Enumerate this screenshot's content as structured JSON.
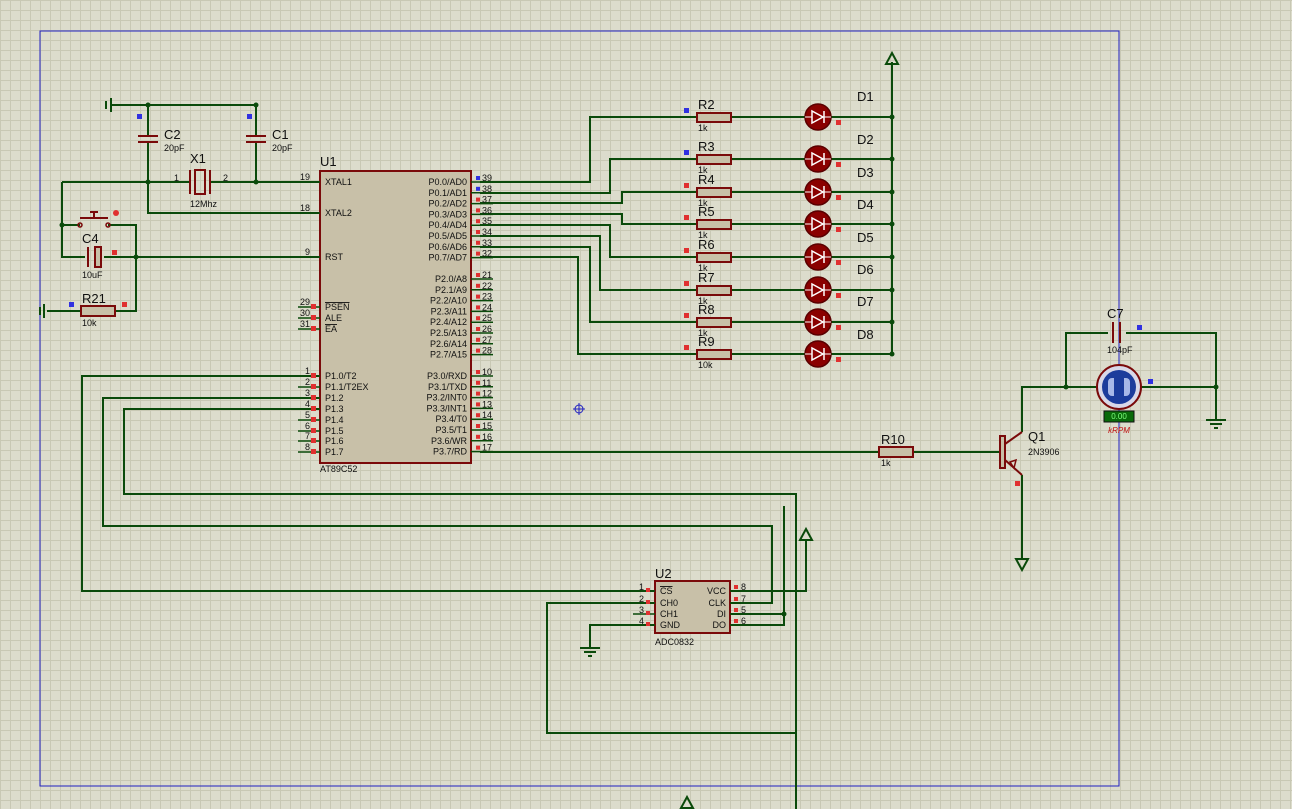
{
  "u1": {
    "ref": "U1",
    "part": "AT89C52",
    "left_pins": [
      {
        "no": "19",
        "name": "XTAL1"
      },
      {
        "no": "18",
        "name": "XTAL2"
      },
      {
        "no": "9",
        "name": "RST"
      },
      {
        "no": "29",
        "name": "PSEN"
      },
      {
        "no": "30",
        "name": "ALE"
      },
      {
        "no": "31",
        "name": "EA"
      },
      {
        "no": "1",
        "name": "P1.0/T2"
      },
      {
        "no": "2",
        "name": "P1.1/T2EX"
      },
      {
        "no": "3",
        "name": "P1.2"
      },
      {
        "no": "4",
        "name": "P1.3"
      },
      {
        "no": "5",
        "name": "P1.4"
      },
      {
        "no": "6",
        "name": "P1.5"
      },
      {
        "no": "7",
        "name": "P1.6"
      },
      {
        "no": "8",
        "name": "P1.7"
      }
    ],
    "right_pins": [
      {
        "no": "39",
        "name": "P0.0/AD0"
      },
      {
        "no": "38",
        "name": "P0.1/AD1"
      },
      {
        "no": "37",
        "name": "P0.2/AD2"
      },
      {
        "no": "36",
        "name": "P0.3/AD3"
      },
      {
        "no": "35",
        "name": "P0.4/AD4"
      },
      {
        "no": "34",
        "name": "P0.5/AD5"
      },
      {
        "no": "33",
        "name": "P0.6/AD6"
      },
      {
        "no": "32",
        "name": "P0.7/AD7"
      },
      {
        "no": "21",
        "name": "P2.0/A8"
      },
      {
        "no": "22",
        "name": "P2.1/A9"
      },
      {
        "no": "23",
        "name": "P2.2/A10"
      },
      {
        "no": "24",
        "name": "P2.3/A11"
      },
      {
        "no": "25",
        "name": "P2.4/A12"
      },
      {
        "no": "26",
        "name": "P2.5/A13"
      },
      {
        "no": "27",
        "name": "P2.6/A14"
      },
      {
        "no": "28",
        "name": "P2.7/A15"
      },
      {
        "no": "10",
        "name": "P3.0/RXD"
      },
      {
        "no": "11",
        "name": "P3.1/TXD"
      },
      {
        "no": "12",
        "name": "P3.2/INT0"
      },
      {
        "no": "13",
        "name": "P3.3/INT1"
      },
      {
        "no": "14",
        "name": "P3.4/T0"
      },
      {
        "no": "15",
        "name": "P3.5/T1"
      },
      {
        "no": "16",
        "name": "P3.6/WR"
      },
      {
        "no": "17",
        "name": "P3.7/RD"
      }
    ]
  },
  "u2": {
    "ref": "U2",
    "part": "ADC0832",
    "left_pins": [
      {
        "no": "1",
        "name": "CS"
      },
      {
        "no": "2",
        "name": "CH0"
      },
      {
        "no": "3",
        "name": "CH1"
      },
      {
        "no": "4",
        "name": "GND"
      }
    ],
    "right_pins": [
      {
        "no": "8",
        "name": "VCC"
      },
      {
        "no": "7",
        "name": "CLK"
      },
      {
        "no": "5",
        "name": "DI"
      },
      {
        "no": "6",
        "name": "DO"
      }
    ]
  },
  "crystal": {
    "ref": "X1",
    "value": "12Mhz",
    "pin1": "1",
    "pin2": "2"
  },
  "c1": {
    "ref": "C1",
    "value": "20pF"
  },
  "c2": {
    "ref": "C2",
    "value": "20pF"
  },
  "c4": {
    "ref": "C4",
    "value": "10uF"
  },
  "c7": {
    "ref": "C7",
    "value": "104pF"
  },
  "r21": {
    "ref": "R21",
    "value": "10k"
  },
  "r10": {
    "ref": "R10",
    "value": "1k"
  },
  "q1": {
    "ref": "Q1",
    "value": "2N3906"
  },
  "motor": {
    "readout": "0.00",
    "unit": "kRPM"
  },
  "led_resistors": [
    {
      "ref": "R2",
      "value": "1k"
    },
    {
      "ref": "R3",
      "value": "1k"
    },
    {
      "ref": "R4",
      "value": "1k"
    },
    {
      "ref": "R5",
      "value": "1k"
    },
    {
      "ref": "R6",
      "value": "1k"
    },
    {
      "ref": "R7",
      "value": "1k"
    },
    {
      "ref": "R8",
      "value": "1k"
    },
    {
      "ref": "R9",
      "value": "10k"
    }
  ],
  "leds": [
    {
      "ref": "D1"
    },
    {
      "ref": "D2"
    },
    {
      "ref": "D3"
    },
    {
      "ref": "D4"
    },
    {
      "ref": "D5"
    },
    {
      "ref": "D6"
    },
    {
      "ref": "D7"
    },
    {
      "ref": "D8"
    }
  ],
  "colors": {
    "wire": "#0a4a0a",
    "component": "#7a0a0a",
    "chip_fill": "#c8c0a8",
    "led_fill": "#8a0000",
    "sheet_border": "#2020c0",
    "grid": "#c8c8b4",
    "background": "#dcdccc",
    "pin_marker_red": "#e03030",
    "pin_marker_blue": "#3030e0",
    "motor_body": "#1c3c9c",
    "readout_bg": "#0a6a0a"
  }
}
